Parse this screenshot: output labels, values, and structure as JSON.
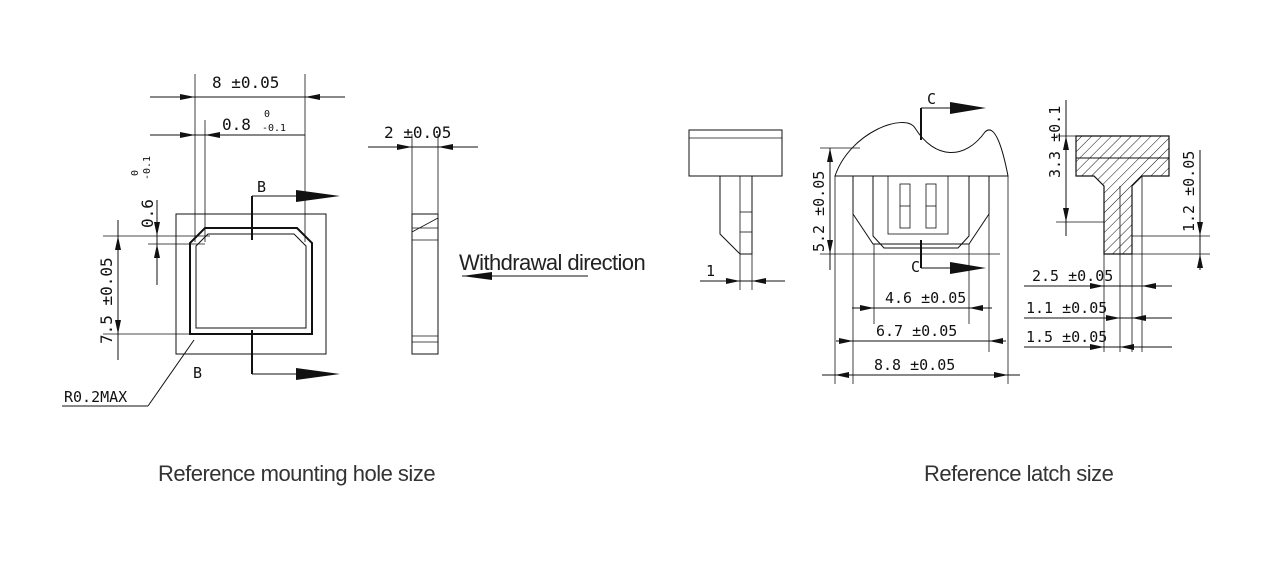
{
  "captions": {
    "left": "Reference mounting hole size",
    "right": "Reference latch size"
  },
  "withdrawal": "Withdrawal direction",
  "hole": {
    "width": "8 ±0.05",
    "wall": "0.8",
    "wall_tol_upper": "0",
    "wall_tol_lower": "-0.1",
    "gap": "0.6",
    "gap_tol_upper": "0",
    "gap_tol_lower": "-0.1",
    "height": "7.5 ±0.05",
    "radius": "R0.2MAX",
    "section_top": "B",
    "section_bottom": "B",
    "side_thickness": "2 ±0.05"
  },
  "latch": {
    "side_offset": "1",
    "height": "5.2 ±0.05",
    "section_top": "C",
    "section_bottom": "C",
    "inner_width": "4.6 ±0.05",
    "mid_width": "6.7 ±0.05",
    "outer_width": "8.8 ±0.05",
    "head_height": "3.3 ±0.1",
    "stem_height": "1.2 ±0.05",
    "dim_a": "2.5 ±0.05",
    "dim_b": "1.1 ±0.05",
    "dim_c": "1.5 ±0.05"
  },
  "colors": {
    "line": "#111111",
    "caption": "#333333",
    "hatch": "#111111"
  }
}
